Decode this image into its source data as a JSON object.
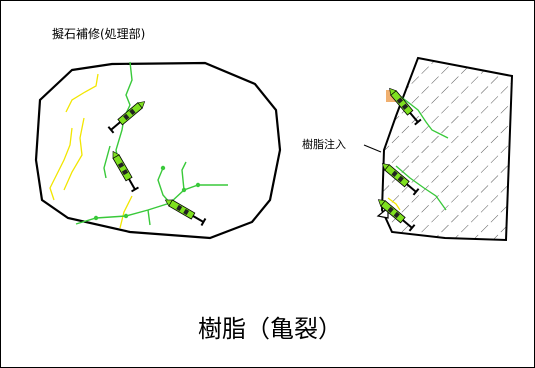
{
  "labels": {
    "top_left": "擬石補修(処理部)",
    "injection": "樹脂注入",
    "title": "樹脂（亀裂）"
  },
  "colors": {
    "crack_green": "#39c93a",
    "crack_yellow": "#f2e600",
    "syringe_green": "#7fe020",
    "hatch": "#555555",
    "outline": "#000000",
    "sealant_orange": "#f0b070"
  }
}
